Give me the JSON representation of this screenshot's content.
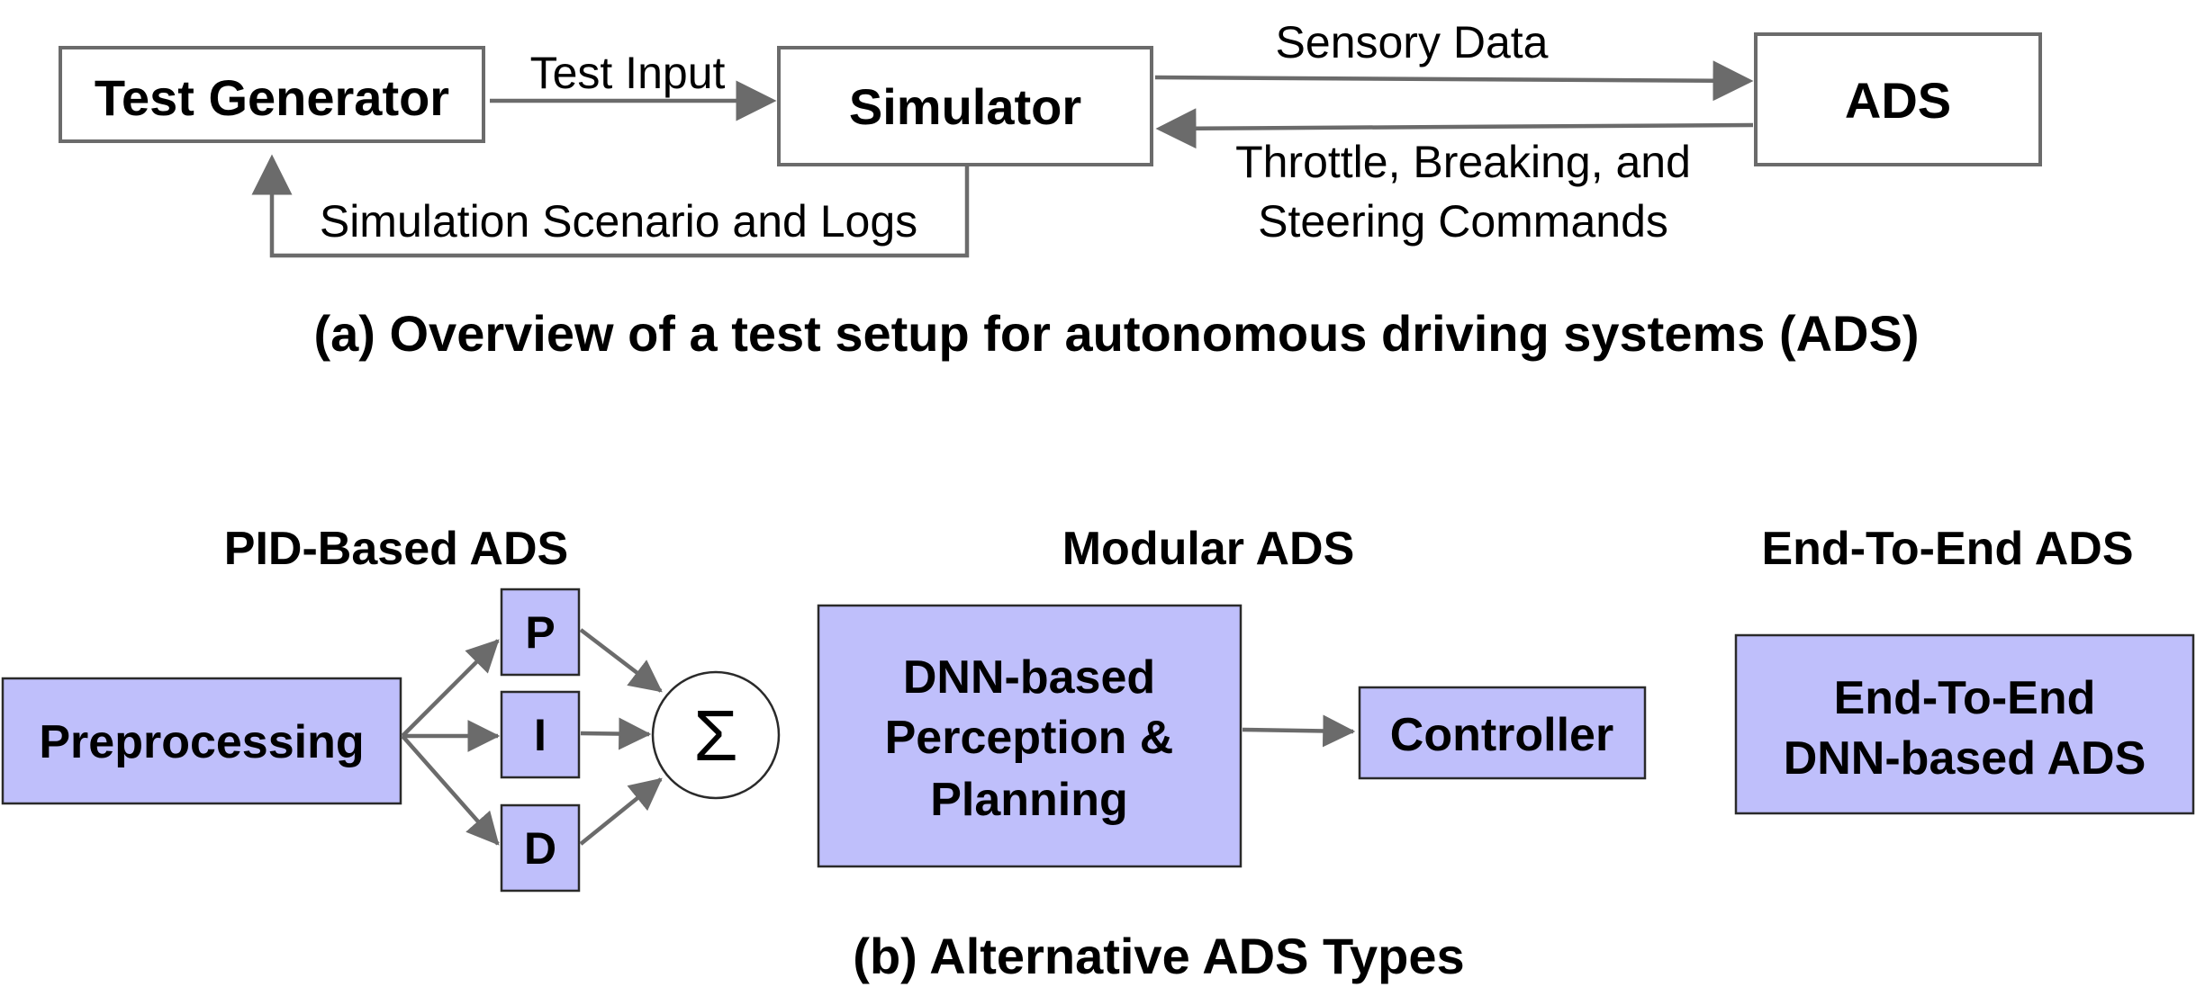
{
  "part_a": {
    "test_generator": "Test Generator",
    "simulator": "Simulator",
    "ads": "ADS",
    "test_input": "Test Input",
    "sensory_data": "Sensory Data",
    "commands_line1": "Throttle, Breaking, and",
    "commands_line2": "Steering Commands",
    "scenario_logs": "Simulation Scenario and Logs",
    "caption": "(a) Overview of a test setup for autonomous driving systems (ADS)"
  },
  "part_b": {
    "pid": {
      "title": "PID-Based ADS",
      "preprocessing": "Preprocessing",
      "p": "P",
      "i": "I",
      "d": "D",
      "sum": "Σ"
    },
    "modular": {
      "title": "Modular ADS",
      "dnn_line1": "DNN-based",
      "dnn_line2": "Perception &",
      "dnn_line3": "Planning",
      "controller": "Controller"
    },
    "e2e": {
      "title": "End-To-End ADS",
      "box_line1": "End-To-End",
      "box_line2": "DNN-based  ADS"
    },
    "caption": "(b) Alternative ADS Types"
  },
  "colors": {
    "box_fill": "#bfbffb",
    "line": "#6b6b6b"
  }
}
